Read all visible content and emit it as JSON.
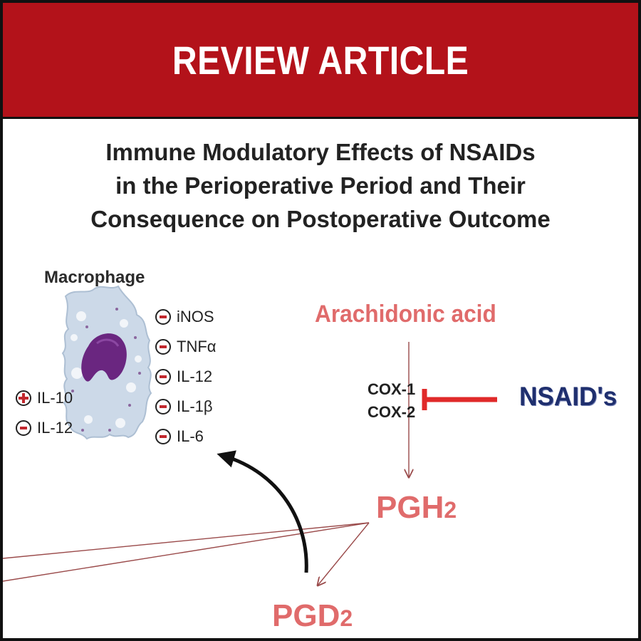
{
  "banner": {
    "title": "REVIEW ARTICLE"
  },
  "article": {
    "title_lines": [
      "Immune Modulatory Effects of NSAIDs",
      "in the Perioperative Period and Their",
      "Consequence on Postoperative Outcome"
    ]
  },
  "diagram": {
    "cell_label": "Macrophage",
    "cytokines_right": [
      {
        "sign": "minus",
        "label": "iNOS"
      },
      {
        "sign": "minus",
        "label": "TNFα"
      },
      {
        "sign": "minus",
        "label": "IL-12"
      },
      {
        "sign": "minus",
        "label": "IL-1β"
      },
      {
        "sign": "minus",
        "label": "IL-6"
      }
    ],
    "cytokines_left": [
      {
        "sign": "plus",
        "label": "IL-10"
      },
      {
        "sign": "minus",
        "label": "IL-12"
      }
    ],
    "substrate": "Arachidonic acid",
    "enzymes": [
      "COX-1",
      "COX-2"
    ],
    "inhibitor": "NSAID's",
    "product": {
      "base": "PGH",
      "subscript": "2"
    },
    "downstream": {
      "base": "PGD",
      "subscript": "2"
    },
    "colors": {
      "banner": "#b3121a",
      "pathway_text": "#e06b6b",
      "inhibitor_text": "#1f2f6e",
      "inhibition_bar": "#e02a2a",
      "minus_sign": "#c1272d"
    }
  }
}
